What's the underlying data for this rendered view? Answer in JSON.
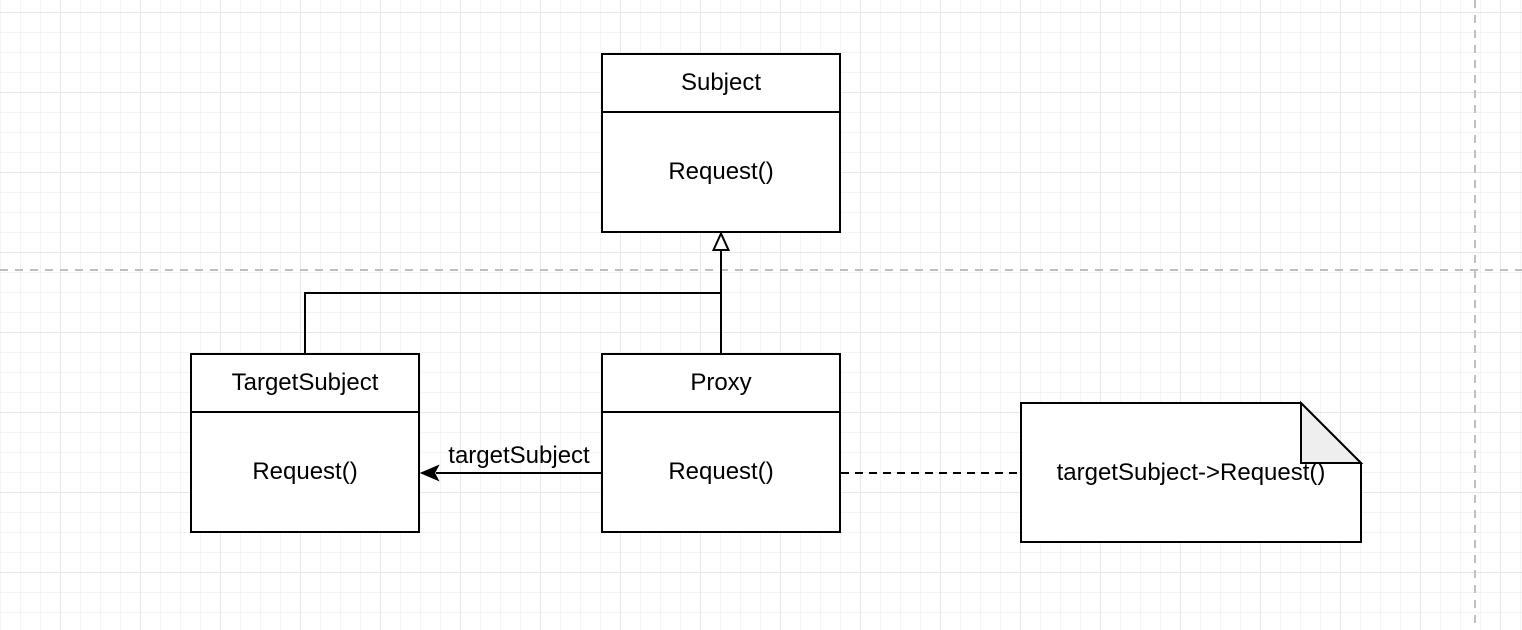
{
  "diagram": {
    "classes": [
      {
        "name": "Subject",
        "method": "Request()"
      },
      {
        "name": "TargetSubject",
        "method": "Request()"
      },
      {
        "name": "Proxy",
        "method": "Request()"
      }
    ],
    "edge_label": "targetSubject",
    "note_text": "targetSubject->Request()",
    "colors": {
      "shape_stroke": "#000000",
      "shape_fill": "#ffffff",
      "note_fold_fill": "#eeeeee",
      "grid_minor": "#f4f4f4",
      "grid_major": "#e7e7e7",
      "page_divider": "#c0c0c0"
    }
  }
}
